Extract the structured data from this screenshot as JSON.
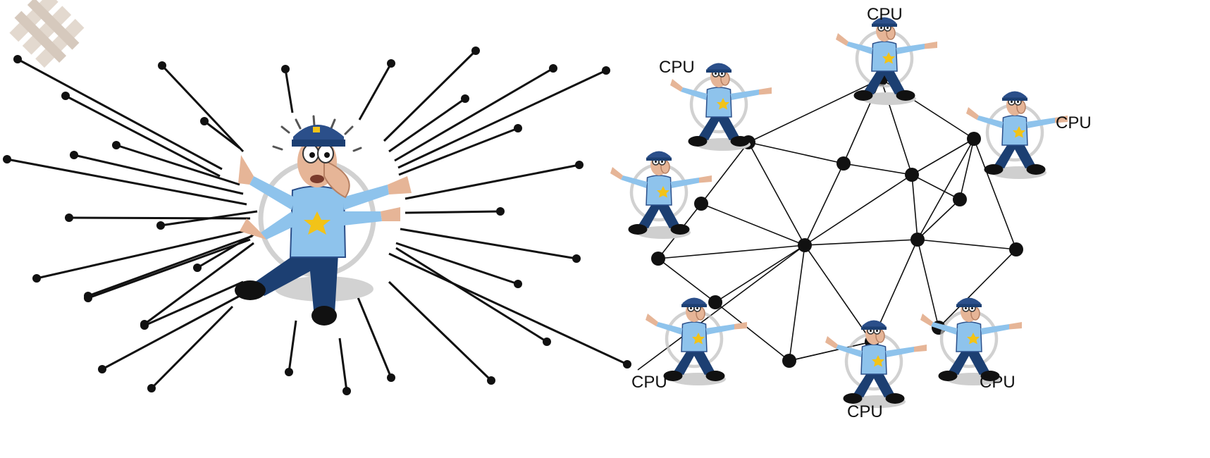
{
  "colors": {
    "background": "#ffffff",
    "line": "#111111",
    "node": "#111111",
    "uniform_shirt": "#8ec3ec",
    "uniform_pants": "#1c3f72",
    "cap": "#2b4f8a",
    "skin": "#e6b597",
    "badge": "#f2c318",
    "watermark": "#d6c9bd"
  },
  "icons": {
    "watermark": "logo-watermark-icon",
    "central_agent": "overwhelmed-police-officer-icon",
    "cpu_agent": "police-officer-icon"
  },
  "diagram": {
    "cpu_labels": [
      "CPU",
      "CPU",
      "CPU",
      "CPU",
      "CPU",
      "CPU"
    ]
  }
}
